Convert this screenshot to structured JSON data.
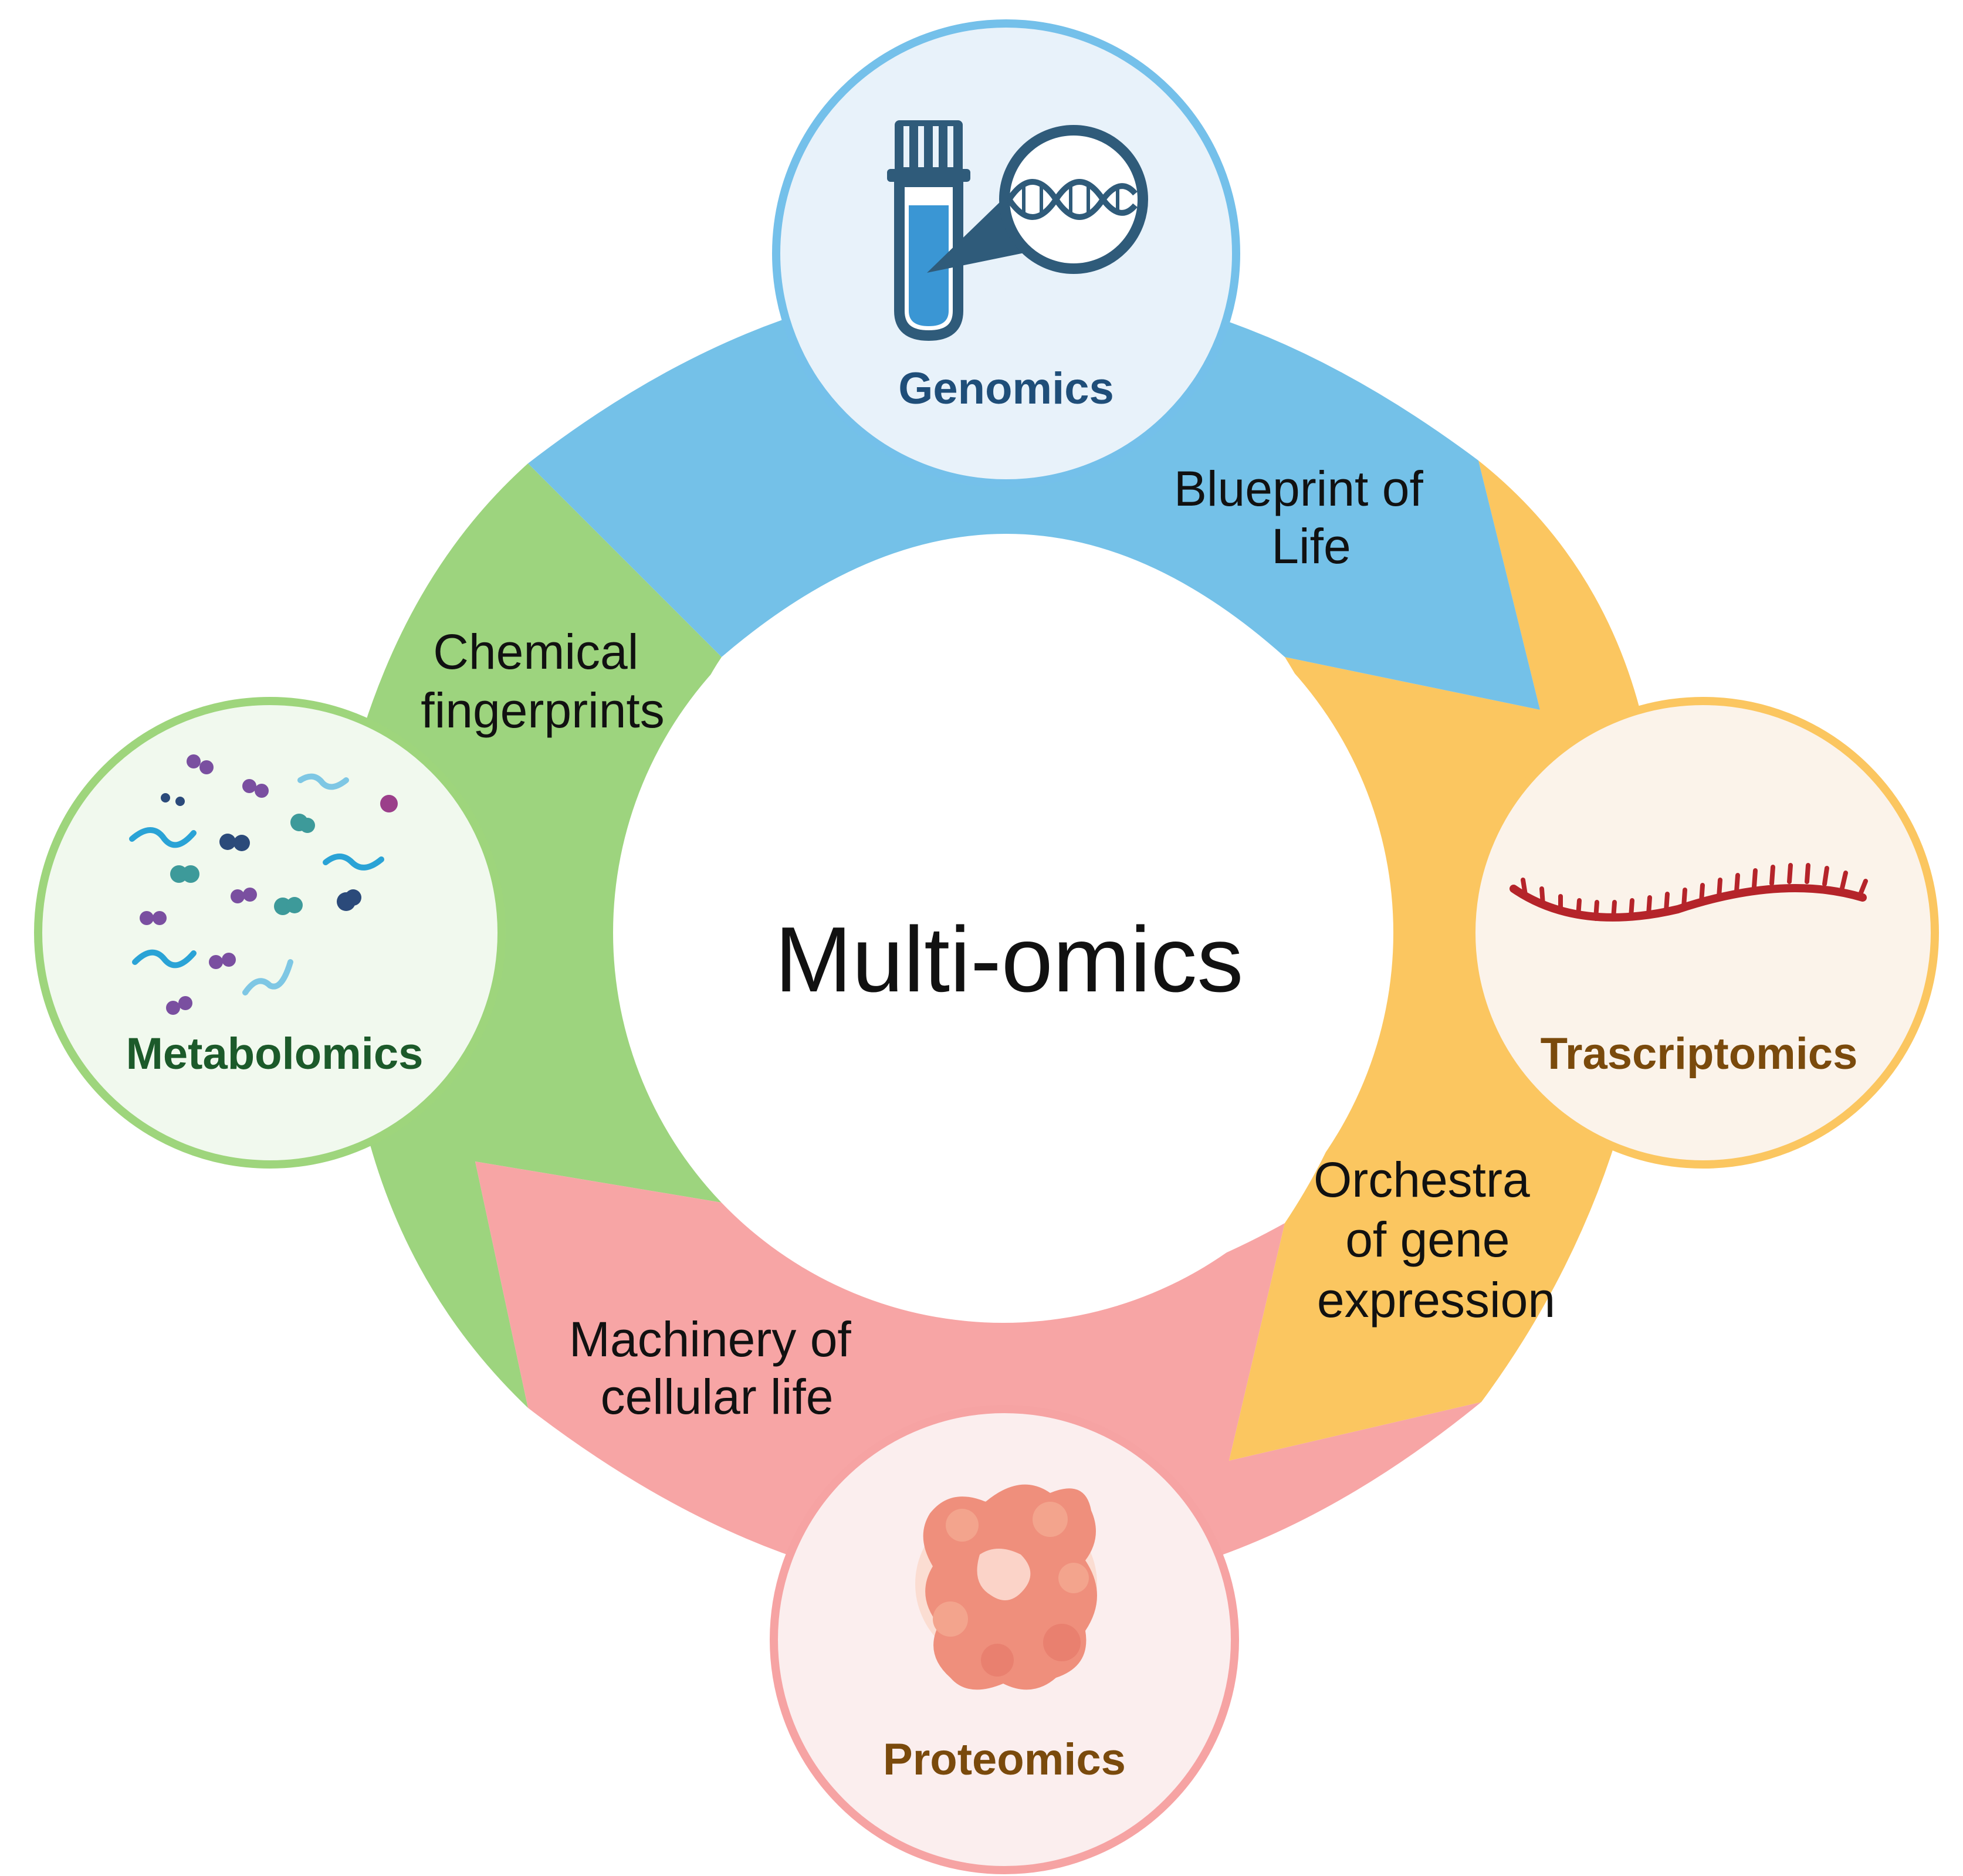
{
  "diagram": {
    "center_title": "Multi-omics",
    "nodes": [
      {
        "key": "genomics",
        "title": "Genomics",
        "title_color": "#1f4e79",
        "ring_color": "#74c0ea",
        "fill_color": "#e8f2fa",
        "icon": "test-tube-dna-icon"
      },
      {
        "key": "transcriptomics",
        "title": "Trascriptomics",
        "title_color": "#7a4a0c",
        "ring_color": "#fbc660",
        "fill_color": "#fbf3ea",
        "icon": "rna-strand-icon"
      },
      {
        "key": "proteomics",
        "title": "Proteomics",
        "title_color": "#7a4a0c",
        "ring_color": "#f6a3a3",
        "fill_color": "#fbeeee",
        "icon": "protein-structure-icon"
      },
      {
        "key": "metabolomics",
        "title": "Metabolomics",
        "title_color": "#1c5a2a",
        "ring_color": "#9ed57c",
        "fill_color": "#f1f9ee",
        "icon": "metabolites-icon"
      }
    ],
    "segments": [
      {
        "key": "genomics",
        "color": "#74c1e8",
        "caption_lines": [
          "Blueprint of",
          "Life"
        ]
      },
      {
        "key": "transcriptomics",
        "color": "#fbc660",
        "caption_lines": [
          "Orchestra",
          "of gene",
          "expression"
        ]
      },
      {
        "key": "proteomics",
        "color": "#f7a5a5",
        "caption_lines": [
          "Machinery of",
          "cellular life"
        ]
      },
      {
        "key": "metabolomics",
        "color": "#9dd47e",
        "caption_lines": [
          "Chemical",
          "fingerprints"
        ]
      }
    ]
  }
}
